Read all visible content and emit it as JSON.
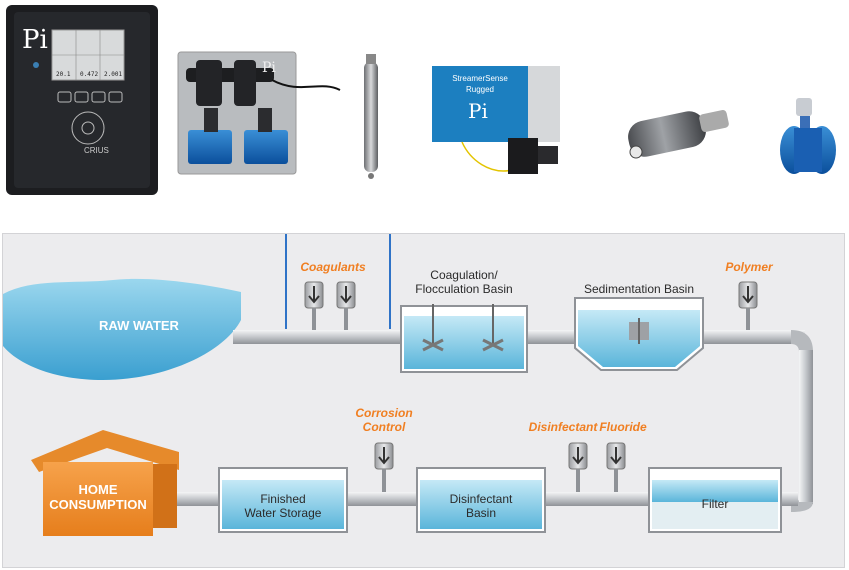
{
  "products": {
    "controller": {
      "logo": "Pi",
      "model": "CRIUS",
      "readouts": [
        "20.1",
        "0.472",
        "2.001"
      ]
    },
    "panel": {
      "logo": "Pi"
    },
    "sensor_probe": {},
    "streamersense": {
      "title_line1": "StreamerSense",
      "title_line2": "Rugged",
      "logo": "Pi"
    },
    "turbidity_sensor": {},
    "flow_meter": {}
  },
  "diagram": {
    "raw_water": "RAW WATER",
    "coagulants": "Coagulants",
    "coag_basin_line1": "Coagulation/",
    "coag_basin_line2": "Flocculation Basin",
    "sedimentation": "Sedimentation Basin",
    "polymer": "Polymer",
    "corrosion_line1": "Corrosion",
    "corrosion_line2": "Control",
    "disinfectant_chem": "Disinfectant",
    "fluoride": "Fluoride",
    "home_line1": "HOME",
    "home_line2": "CONSUMPTION",
    "finished_line1": "Finished",
    "finished_line2": "Water Storage",
    "disinfectant_basin_line1": "Disinfectant",
    "disinfectant_basin_line2": "Basin",
    "filter": "Filter"
  },
  "colors": {
    "water_light": "#c5e9f6",
    "water_dark": "#5ab5da",
    "orange": "#f07f22",
    "pipe": "#c9cbcf",
    "panel_bg": "#ececee"
  }
}
